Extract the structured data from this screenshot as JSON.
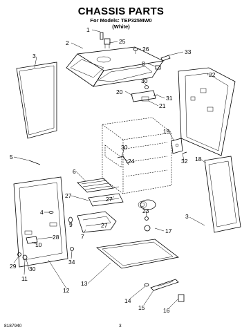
{
  "header": {
    "title": "CHASSIS PARTS",
    "models": "For Models: TEP325MW0",
    "color": "(White)"
  },
  "footer": {
    "doc_number": "8187940",
    "page_number": "3"
  },
  "callouts": [
    "1",
    "2",
    "25",
    "26",
    "33",
    "3",
    "8",
    "22",
    "30",
    "20",
    "31",
    "21",
    "19",
    "30",
    "5",
    "24",
    "32",
    "18",
    "6",
    "27",
    "4",
    "23",
    "27",
    "9",
    "27",
    "17",
    "3",
    "7",
    "28",
    "10",
    "29",
    "30",
    "34",
    "11",
    "13",
    "14",
    "15",
    "16",
    "12"
  ]
}
